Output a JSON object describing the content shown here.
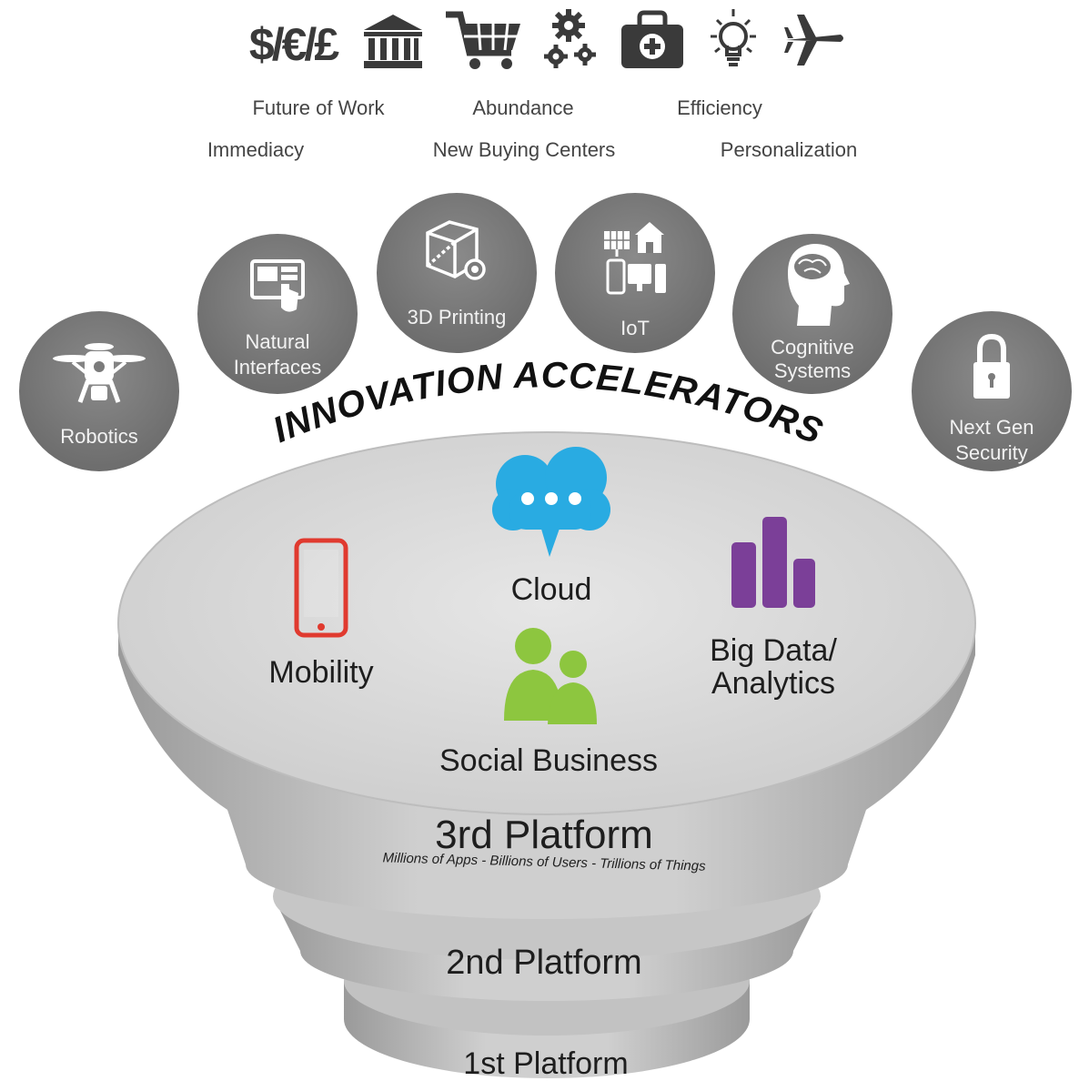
{
  "top_icons": [
    {
      "icon": "currency-icon",
      "text": "$/€/£"
    },
    {
      "icon": "bank-icon"
    },
    {
      "icon": "shopping-cart-icon"
    },
    {
      "icon": "gears-icon"
    },
    {
      "icon": "first-aid-kit-icon"
    },
    {
      "icon": "lightbulb-icon"
    },
    {
      "icon": "airplane-icon"
    }
  ],
  "trends": {
    "future_of_work": "Future of Work",
    "abundance": "Abundance",
    "efficiency": "Efficiency",
    "immediacy": "Immediacy",
    "new_buying_centers": "New Buying Centers",
    "personalization": "Personalization"
  },
  "accelerators": [
    {
      "id": "robotics",
      "label": "Robotics",
      "icon": "drone-icon"
    },
    {
      "id": "natural-interfaces",
      "label": [
        "Natural",
        "Interfaces"
      ],
      "icon": "touchscreen-icon"
    },
    {
      "id": "3d-printing",
      "label": "3D Printing",
      "icon": "3d-cube-icon"
    },
    {
      "id": "iot",
      "label": "IoT",
      "icon": "connected-devices-icon"
    },
    {
      "id": "cognitive-systems",
      "label": [
        "Cognitive",
        "Systems"
      ],
      "icon": "brain-head-icon"
    },
    {
      "id": "next-gen-security",
      "label": [
        "Next Gen",
        "Security"
      ],
      "icon": "padlock-icon"
    }
  ],
  "arc_title": "INNOVATION ACCELERATORS",
  "third_platform_pillars": {
    "mobility": "Mobility",
    "cloud": "Cloud",
    "big_data": [
      "Big Data/",
      "Analytics"
    ],
    "social": "Social Business"
  },
  "platforms": {
    "third": "3rd Platform",
    "third_subtitle": "Millions of Apps - Billions of Users - Trillions of Things",
    "second": "2nd Platform",
    "first": "1st Platform"
  },
  "colors": {
    "circle_fill": "#7b7b7b",
    "disc_top": "#d9d9d9",
    "mobility_red": "#e03a2f",
    "cloud_blue": "#29abe2",
    "social_green": "#8dc63f",
    "bigdata_purple": "#7b3f98",
    "icon_dark": "#3a3a3a"
  }
}
